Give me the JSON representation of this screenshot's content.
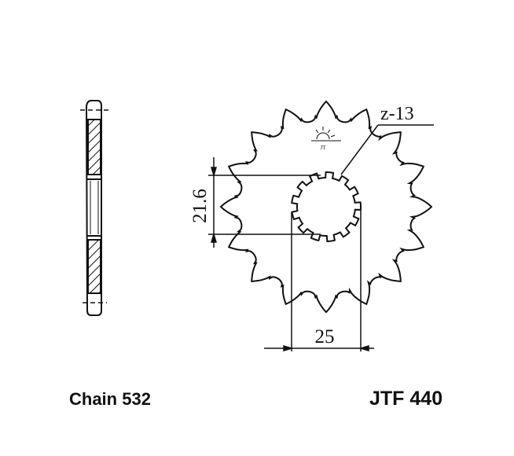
{
  "diagram": {
    "teeth_count_label": "z-13",
    "dimension_height": "21.6",
    "dimension_width": "25",
    "logo": "JT logo"
  },
  "footer": {
    "chain_label": "Chain 532",
    "part_number": "JTF 440"
  },
  "colors": {
    "line": "#111111",
    "background": "#ffffff"
  }
}
